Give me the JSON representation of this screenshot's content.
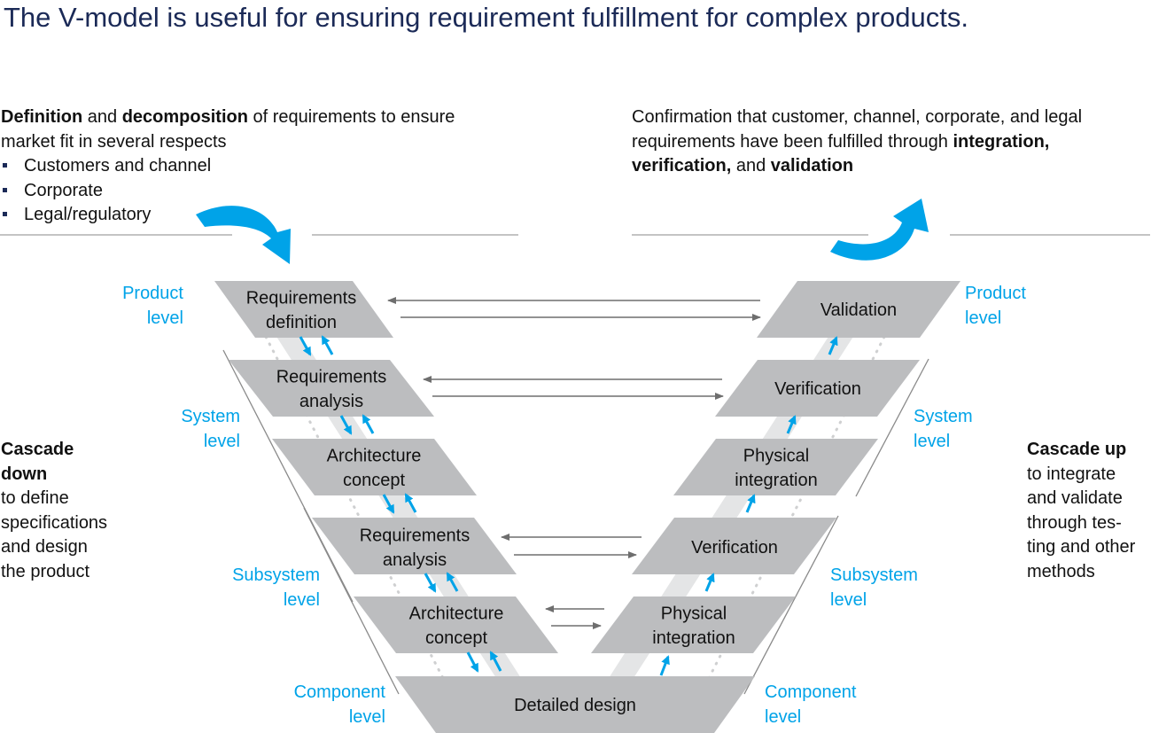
{
  "title": "The V-model is useful for ensuring requirement fulfillment for complex products.",
  "left_intro": {
    "w1": "Definition",
    "w2": " and ",
    "w3": "decomposition",
    "w4": " of requirements to ensure",
    "line2": "market fit in several respects",
    "bullets": [
      "Customers and channel",
      "Corporate",
      "Legal/regulatory"
    ]
  },
  "right_intro": {
    "line1": "Confirmation that customer, channel, corporate, and legal",
    "line2a": "requirements have been fulfilled through ",
    "line2b": "integration,",
    "line3a": "verification,",
    "line3b": " and ",
    "line3c": "validation"
  },
  "cascade_down": {
    "bold1": "Cascade",
    "bold2": "down",
    "lines": [
      "to define",
      "specifications",
      "and design",
      "the product"
    ]
  },
  "cascade_up": {
    "bold": "Cascade up",
    "lines": [
      "to integrate",
      "and validate",
      "through tes-",
      "ting and other",
      "methods"
    ]
  },
  "levels": {
    "product": [
      "Product",
      "level"
    ],
    "system": [
      "System",
      "level"
    ],
    "subsystem": [
      "Subsystem",
      "level"
    ],
    "component": [
      "Component",
      "level"
    ]
  },
  "left_boxes": [
    [
      "Requirements",
      "definition"
    ],
    [
      "Requirements",
      "analysis"
    ],
    [
      "Architecture",
      "concept"
    ],
    [
      "Requirements",
      "analysis"
    ],
    [
      "Architecture",
      "concept"
    ]
  ],
  "right_boxes": [
    [
      "Validation"
    ],
    [
      "Verification"
    ],
    [
      "Physical",
      "integration"
    ],
    [
      "Verification"
    ],
    [
      "Physical",
      "integration"
    ]
  ],
  "bottom_box": "Detailed design",
  "colors": {
    "title": "#1b2a57",
    "level": "#00a3e8",
    "box": "#bcbdbf",
    "arrow": "#00a3e8",
    "connector": "#6e6e6e",
    "band": "#e4e5e6"
  }
}
